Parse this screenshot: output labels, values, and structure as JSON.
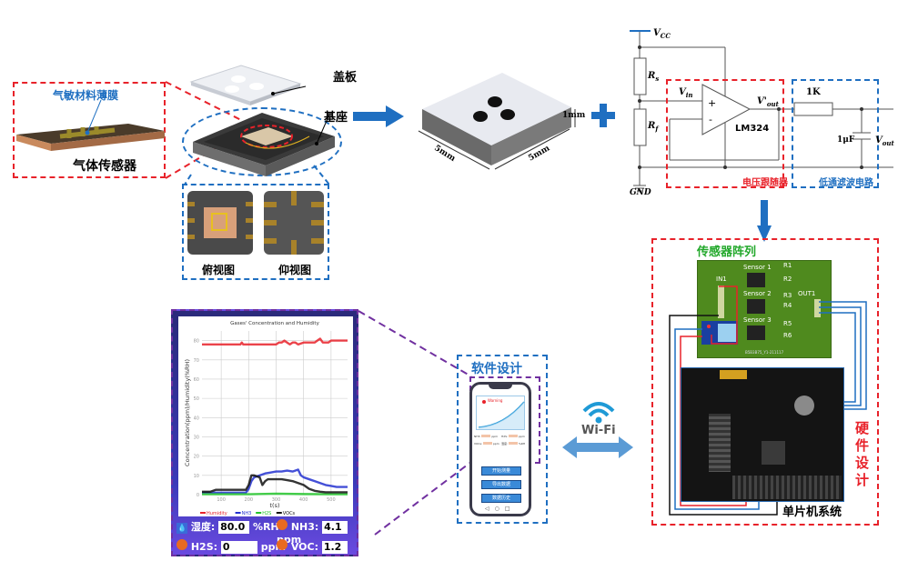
{
  "sensor": {
    "film_label": "气敏材料薄膜",
    "gas_sensor_label": "气体传感器",
    "cover_label": "盖板",
    "base_label": "基座",
    "top_view_label": "俯视图",
    "bottom_view_label": "仰视图",
    "dim_width": "5mm",
    "dim_depth": "5mm",
    "dim_height": "1mm"
  },
  "circuit": {
    "vcc": "V",
    "vcc_sub": "CC",
    "rs": "R",
    "rs_sub": "s",
    "rf": "R",
    "rf_sub": "f",
    "vin": "V",
    "vin_sub": "in",
    "vout_prime": "V'",
    "vout_prime_sub": "out",
    "opamp": "LM324",
    "resistor": "1K",
    "capacitor": "1μF",
    "vout": "V",
    "vout_sub": "out",
    "gnd": "GND",
    "follower_label": "电压跟随器",
    "filter_label": "低通滤波电路"
  },
  "hardware": {
    "array_label": "传感器阵列",
    "sensors": [
      "Sensor 1",
      "Sensor 2",
      "Sensor 3"
    ],
    "resistors": [
      "R1",
      "R2",
      "R3",
      "R4",
      "R5",
      "R6"
    ],
    "in_label": "IN1",
    "out_label": "OUT1",
    "pcb_code": "B5B3B75_Y1-211117",
    "mcu_label": "单片机系统",
    "title": "硬件设计"
  },
  "wifi": {
    "label": "Wi-Fi"
  },
  "software": {
    "title": "软件设计",
    "phone_warning": "Warning",
    "phone_fields": [
      {
        "label": "NH3:",
        "unit": "ppm"
      },
      {
        "label": "H2S:",
        "unit": "ppm"
      },
      {
        "label": "VOCs:",
        "unit": "ppm"
      },
      {
        "label": "湿度:",
        "unit": "%RH"
      }
    ],
    "buttons": [
      "开始测量",
      "导出数据",
      "数据历史"
    ]
  },
  "app": {
    "readouts": [
      {
        "label": "湿度:",
        "value": "80.0",
        "unit": "%RH"
      },
      {
        "label": "NH3:",
        "value": "4.1",
        "unit": "ppm"
      },
      {
        "label": "H2S:",
        "value": "0",
        "unit": "ppm"
      },
      {
        "label": "VOC:",
        "value": "1.2",
        "unit": "ppm"
      }
    ]
  },
  "chart_data": {
    "type": "line",
    "title": "Gases' Concentration and Humidity",
    "xlabel": "t(s)",
    "ylabel": "Concentration(ppm)/Humidity(%RH)",
    "xlim": [
      30,
      560
    ],
    "ylim": [
      0,
      85
    ],
    "xticks": [
      100,
      200,
      300,
      400,
      500
    ],
    "yticks": [
      0,
      10,
      20,
      30,
      40,
      50,
      60,
      70,
      80
    ],
    "grid": true,
    "legend": "bottom",
    "series": [
      {
        "name": "Humidity",
        "color": "#e8222a",
        "x": [
          30,
          100,
          150,
          170,
          175,
          180,
          250,
          300,
          310,
          320,
          330,
          340,
          350,
          360,
          370,
          380,
          400,
          420,
          440,
          450,
          460,
          470,
          480,
          490,
          500,
          520,
          540,
          560
        ],
        "y": [
          78,
          78,
          78,
          78,
          79,
          78,
          78,
          78,
          79,
          79,
          80,
          79,
          78,
          79,
          79,
          78,
          79,
          79,
          79,
          80,
          81,
          79,
          79,
          79,
          80,
          80,
          80,
          80
        ]
      },
      {
        "name": "NH3",
        "color": "#2331d0",
        "x": [
          30,
          100,
          150,
          190,
          200,
          210,
          220,
          240,
          260,
          280,
          300,
          320,
          340,
          360,
          380,
          390,
          400,
          420,
          440,
          460,
          480,
          500,
          520,
          540,
          560
        ],
        "y": [
          1,
          1,
          1,
          1,
          3,
          7,
          9,
          10,
          11,
          11.5,
          12,
          12,
          12.5,
          12,
          13,
          10,
          9,
          8,
          7,
          6,
          5,
          4.5,
          4,
          4,
          4
        ]
      },
      {
        "name": "H2S",
        "color": "#22c42a",
        "x": [
          30,
          100,
          200,
          300,
          400,
          500,
          560
        ],
        "y": [
          0.2,
          0.2,
          0.2,
          0.5,
          0.3,
          0.2,
          0.2
        ]
      },
      {
        "name": "VOCs",
        "color": "#111111",
        "x": [
          30,
          60,
          80,
          100,
          150,
          190,
          200,
          210,
          220,
          240,
          250,
          260,
          270,
          280,
          300,
          320,
          340,
          360,
          380,
          400,
          420,
          440,
          460,
          480,
          500,
          520,
          540,
          560
        ],
        "y": [
          1.5,
          1.5,
          2.5,
          2.5,
          2.5,
          2.5,
          5,
          10,
          10,
          9,
          5,
          7,
          8,
          8,
          8,
          8,
          7.5,
          7,
          6,
          5,
          3,
          2,
          1.5,
          1.2,
          1.2,
          1.2,
          1.2,
          1.2
        ]
      }
    ]
  }
}
